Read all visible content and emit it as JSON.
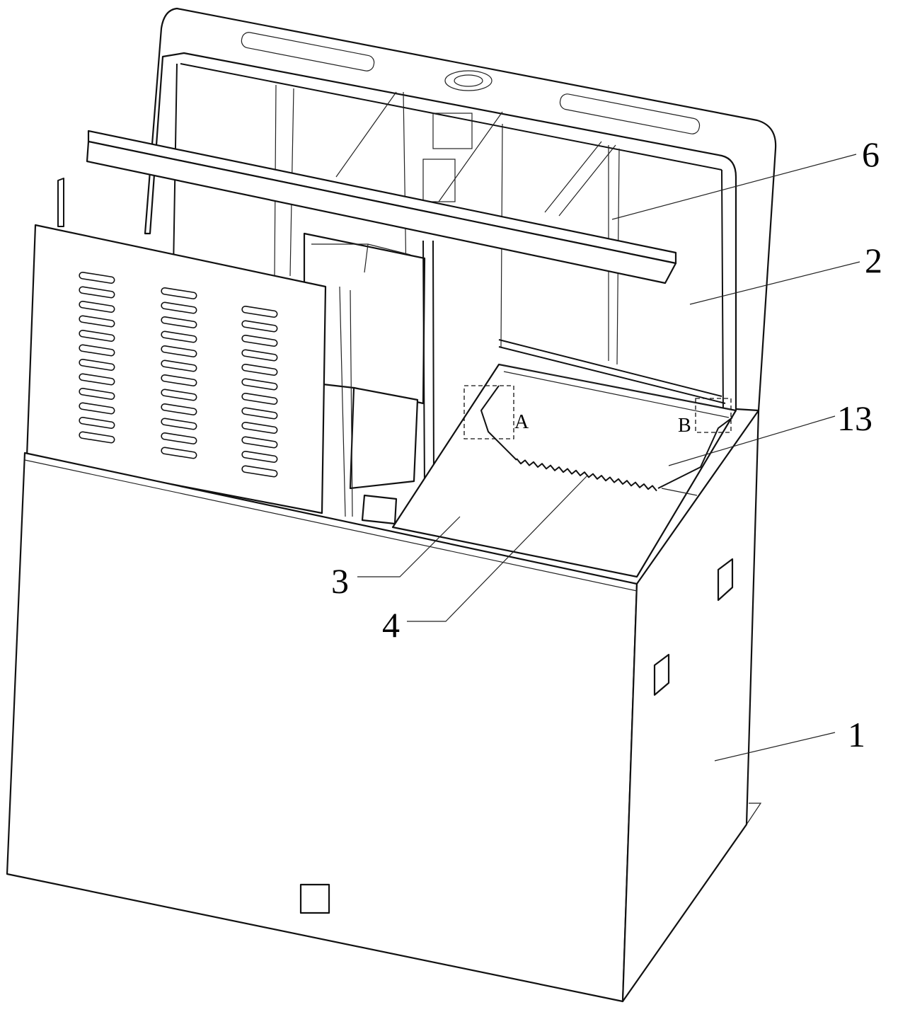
{
  "figure": {
    "reference_labels": [
      {
        "id": "label-6",
        "text": "6"
      },
      {
        "id": "label-2",
        "text": "2"
      },
      {
        "id": "label-13",
        "text": "13"
      },
      {
        "id": "label-1",
        "text": "1"
      },
      {
        "id": "label-3",
        "text": "3"
      },
      {
        "id": "label-4",
        "text": "4"
      }
    ],
    "detail_markers": {
      "a": "A",
      "b": "B"
    }
  }
}
